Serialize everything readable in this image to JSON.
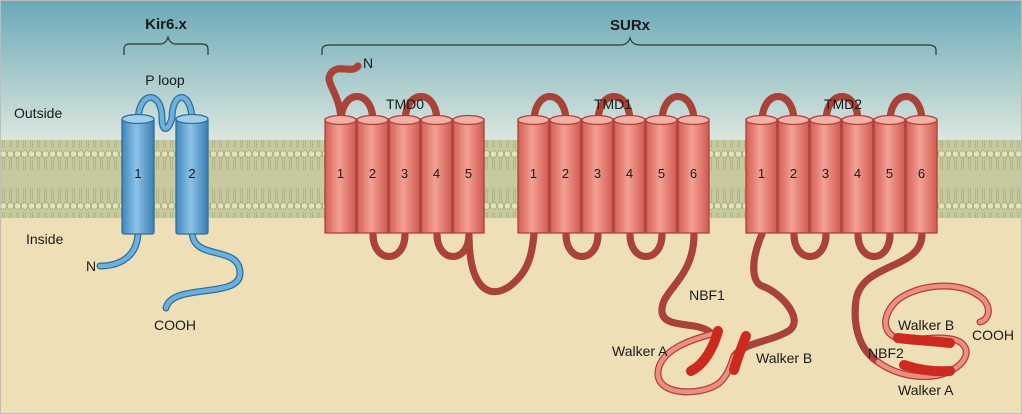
{
  "labels": {
    "kir_title": "Kir6.x",
    "sur_title": "SURx",
    "outside": "Outside",
    "inside": "Inside",
    "p_loop": "P loop",
    "kir_n": "N",
    "kir_cooh": "COOH",
    "sur_n": "N",
    "tmd0": "TMD0",
    "tmd1": "TMD1",
    "tmd2": "TMD2",
    "nbf1": "NBF1",
    "nbf2": "NBF2",
    "walker_a1": "Walker A",
    "walker_b1": "Walker B",
    "walker_a2": "Walker A",
    "walker_b2": "Walker B",
    "sur_cooh": "COOH"
  },
  "kir_helices": [
    "1",
    "2"
  ],
  "tmd0_helices": [
    "1",
    "2",
    "3",
    "4",
    "5"
  ],
  "tmd1_helices": [
    "1",
    "2",
    "3",
    "4",
    "5",
    "6"
  ],
  "tmd2_helices": [
    "1",
    "2",
    "3",
    "4",
    "5",
    "6"
  ],
  "colors": {
    "outside_top": "#6aa9b8",
    "outside_bottom": "#d6e3dc",
    "membrane": "#c4c79a",
    "membrane_head": "#dcdcb4",
    "inside": "#efdfb6",
    "kir_fill": "#5aa0d2",
    "kir_stroke": "#2f6f99",
    "sur_fill": "#e57a6e",
    "sur_stroke": "#a9433a",
    "walker": "#cc2a1e"
  }
}
